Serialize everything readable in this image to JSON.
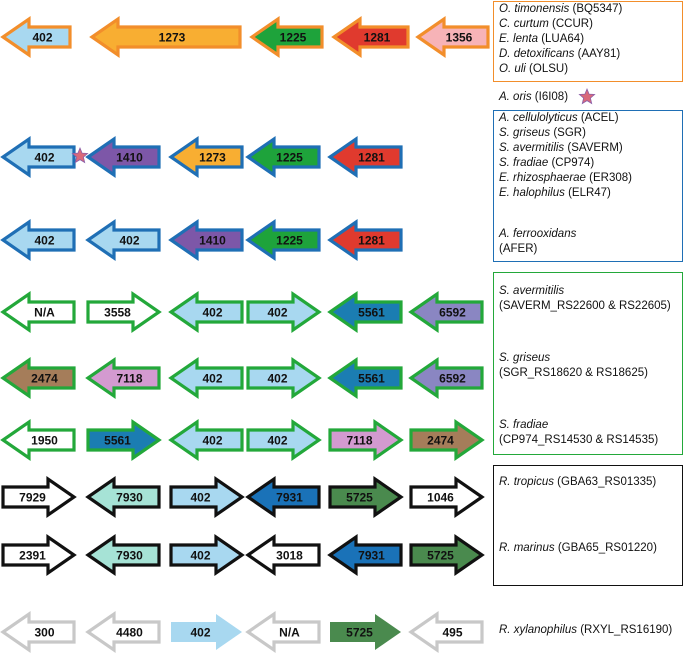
{
  "colors": {
    "orange": "#f28e2b",
    "blue": "#1f6fb5",
    "green": "#23a83a",
    "black": "#111111",
    "grey": "#c8c8c8",
    "star": "#d9697a"
  },
  "rows": [
    {
      "border": "orange",
      "arrows": [
        {
          "label": "402",
          "dir": "left",
          "fill": "#a8d8f0"
        },
        {
          "label": "1273",
          "dir": "left",
          "fill": "#f8ae32"
        },
        {
          "label": "1225",
          "dir": "left",
          "fill": "#1ea33b"
        },
        {
          "label": "1281",
          "dir": "left",
          "fill": "#e03a2e"
        },
        {
          "label": "1356",
          "dir": "left",
          "fill": "#f7b3b7"
        }
      ]
    },
    {
      "border": "blue",
      "star_after_first": true,
      "arrows": [
        {
          "label": "402",
          "dir": "left",
          "fill": "#a8d8f0"
        },
        {
          "label": "1410",
          "dir": "left",
          "fill": "#7d57a8"
        },
        {
          "label": "1273",
          "dir": "left",
          "fill": "#f8ae32"
        },
        {
          "label": "1225",
          "dir": "left",
          "fill": "#1ea33b"
        },
        {
          "label": "1281",
          "dir": "left",
          "fill": "#e03a2e"
        }
      ]
    },
    {
      "border": "blue",
      "arrows": [
        {
          "label": "402",
          "dir": "left",
          "fill": "#a8d8f0"
        },
        {
          "label": "402",
          "dir": "left",
          "fill": "#a8d8f0"
        },
        {
          "label": "1410",
          "dir": "left",
          "fill": "#7d57a8"
        },
        {
          "label": "1225",
          "dir": "left",
          "fill": "#1ea33b"
        },
        {
          "label": "1281",
          "dir": "left",
          "fill": "#e03a2e"
        }
      ]
    },
    {
      "border": "green",
      "arrows": [
        {
          "label": "N/A",
          "dir": "left",
          "fill": "#ffffff"
        },
        {
          "label": "3558",
          "dir": "right",
          "fill": "#ffffff"
        },
        {
          "label": "402",
          "dir": "left",
          "fill": "#a8d8f0"
        },
        {
          "label": "402",
          "dir": "right",
          "fill": "#a8d8f0"
        },
        {
          "label": "5561",
          "dir": "left",
          "fill": "#1b7db2"
        },
        {
          "label": "6592",
          "dir": "left",
          "fill": "#8a86c2"
        }
      ]
    },
    {
      "border": "green",
      "arrows": [
        {
          "label": "2474",
          "dir": "left",
          "fill": "#a57d5a"
        },
        {
          "label": "7118",
          "dir": "left",
          "fill": "#d39ad0"
        },
        {
          "label": "402",
          "dir": "left",
          "fill": "#a8d8f0"
        },
        {
          "label": "402",
          "dir": "right",
          "fill": "#a8d8f0"
        },
        {
          "label": "5561",
          "dir": "left",
          "fill": "#1b7db2"
        },
        {
          "label": "6592",
          "dir": "left",
          "fill": "#8a86c2"
        }
      ]
    },
    {
      "border": "green",
      "arrows": [
        {
          "label": "1950",
          "dir": "left",
          "fill": "#ffffff"
        },
        {
          "label": "5561",
          "dir": "right",
          "fill": "#1b7db2"
        },
        {
          "label": "402",
          "dir": "left",
          "fill": "#a8d8f0"
        },
        {
          "label": "402",
          "dir": "right",
          "fill": "#a8d8f0"
        },
        {
          "label": "7118",
          "dir": "right",
          "fill": "#d39ad0"
        },
        {
          "label": "2474",
          "dir": "right",
          "fill": "#a57d5a"
        }
      ]
    },
    {
      "border": "black",
      "arrows": [
        {
          "label": "7929",
          "dir": "right",
          "fill": "#ffffff"
        },
        {
          "label": "7930",
          "dir": "left",
          "fill": "#a6e3d6"
        },
        {
          "label": "402",
          "dir": "right",
          "fill": "#a8d8f0"
        },
        {
          "label": "7931",
          "dir": "left",
          "fill": "#1a72b8"
        },
        {
          "label": "5725",
          "dir": "right",
          "fill": "#4a8a4e"
        },
        {
          "label": "1046",
          "dir": "right",
          "fill": "#ffffff"
        }
      ]
    },
    {
      "border": "black",
      "arrows": [
        {
          "label": "2391",
          "dir": "right",
          "fill": "#ffffff"
        },
        {
          "label": "7930",
          "dir": "left",
          "fill": "#a6e3d6"
        },
        {
          "label": "402",
          "dir": "right",
          "fill": "#a8d8f0"
        },
        {
          "label": "3018",
          "dir": "left",
          "fill": "#ffffff"
        },
        {
          "label": "7931",
          "dir": "left",
          "fill": "#1a72b8"
        },
        {
          "label": "5725",
          "dir": "right",
          "fill": "#4a8a4e"
        }
      ]
    },
    {
      "border": "grey",
      "arrows": [
        {
          "label": "300",
          "dir": "left",
          "fill": "#ffffff"
        },
        {
          "label": "4480",
          "dir": "left",
          "fill": "#ffffff"
        },
        {
          "label": "402",
          "dir": "right",
          "fill": "#a8d8f0",
          "noborder": true
        },
        {
          "label": "N/A",
          "dir": "left",
          "fill": "#ffffff"
        },
        {
          "label": "5725",
          "dir": "right",
          "fill": "#4a8a4e",
          "noborder": true
        },
        {
          "label": "495",
          "dir": "left",
          "fill": "#ffffff"
        }
      ]
    }
  ],
  "legend": {
    "orange_group": [
      {
        "species": "O. timonensis",
        "id": "(BQ5347)"
      },
      {
        "species": "C. curtum",
        "id": "(CCUR)"
      },
      {
        "species": "E. lenta",
        "id": "(LUA64)"
      },
      {
        "species": "D. detoxificans",
        "id": "(AAY81)"
      },
      {
        "species": "O. uli",
        "id": "(OLSU)"
      }
    ],
    "star_entry": {
      "species": "A. oris",
      "id": "(I6I08)"
    },
    "blue_group": [
      {
        "species": "A. cellulolyticus",
        "id": "(ACEL)"
      },
      {
        "species": "S. griseus",
        "id": "(SGR)"
      },
      {
        "species": "S. avermitilis",
        "id": "(SAVERM)"
      },
      {
        "species": "S. fradiae",
        "id": "(CP974)"
      },
      {
        "species": "E. rhizosphaerae",
        "id": "(ER308)"
      },
      {
        "species": "E. halophilus",
        "id": "(ELR47)"
      }
    ],
    "afer": {
      "species": "A. ferrooxidans",
      "id": "(AFER)"
    },
    "green_group": [
      {
        "species": "S. avermitilis",
        "id": "(SAVERM_RS22600 & RS22605)"
      },
      {
        "species": "S. griseus",
        "id": "(SGR_RS18620 & RS18625)"
      },
      {
        "species": "S. fradiae",
        "id": "(CP974_RS14530 & RS14535)"
      }
    ],
    "black_group": [
      {
        "species": "R. tropicus",
        "id": "(GBA63_RS01335)"
      },
      {
        "species": "R. marinus",
        "id": "(GBA65_RS01220)"
      }
    ],
    "grey_entry": {
      "species": "R. xylanophilus",
      "id": "(RXYL_RS16190)"
    }
  }
}
